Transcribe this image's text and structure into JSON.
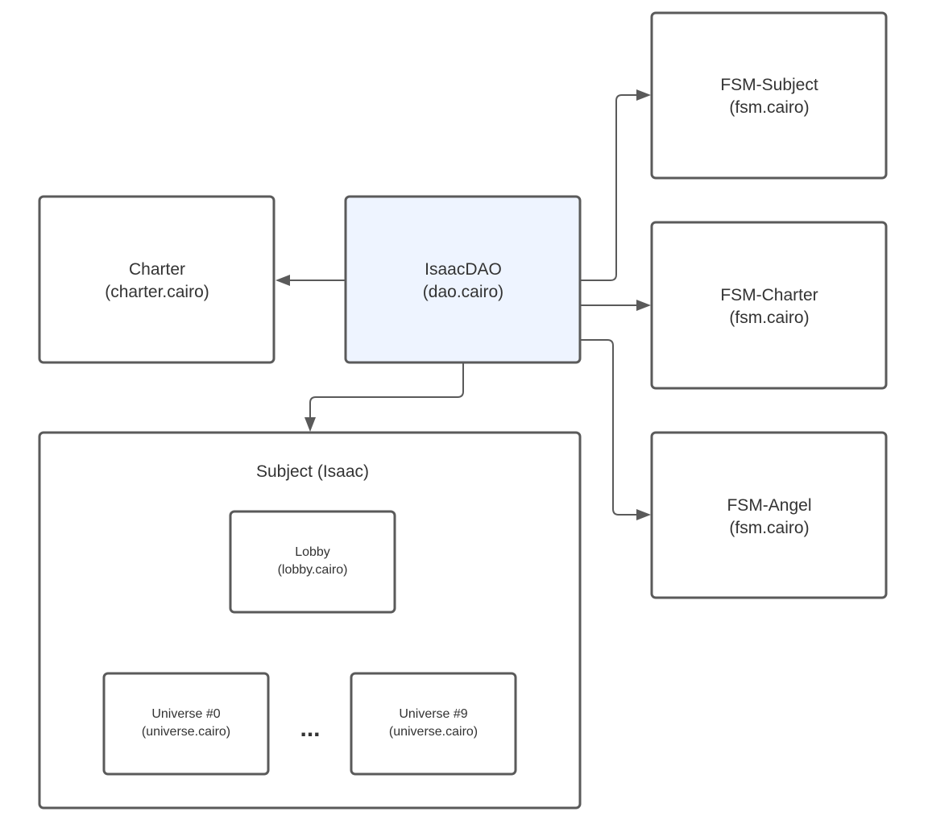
{
  "nodes": {
    "fsm_subject": {
      "title": "FSM-Subject",
      "file": "(fsm.cairo)"
    },
    "fsm_charter": {
      "title": "FSM-Charter",
      "file": "(fsm.cairo)"
    },
    "fsm_angel": {
      "title": "FSM-Angel",
      "file": "(fsm.cairo)"
    },
    "charter": {
      "title": "Charter",
      "file": "(charter.cairo)"
    },
    "dao": {
      "title": "IsaacDAO",
      "file": "(dao.cairo)"
    },
    "subject": {
      "title": "Subject (Isaac)"
    },
    "lobby": {
      "title": "Lobby",
      "file": "(lobby.cairo)"
    },
    "universe_0": {
      "title": "Universe #0",
      "file": "(universe.cairo)"
    },
    "universe_9": {
      "title": "Universe #9",
      "file": "(universe.cairo)"
    }
  },
  "ellipsis": "...",
  "colors": {
    "stroke": "#5a5a5a",
    "text": "#333333",
    "highlight_fill": "#eef4ff"
  }
}
